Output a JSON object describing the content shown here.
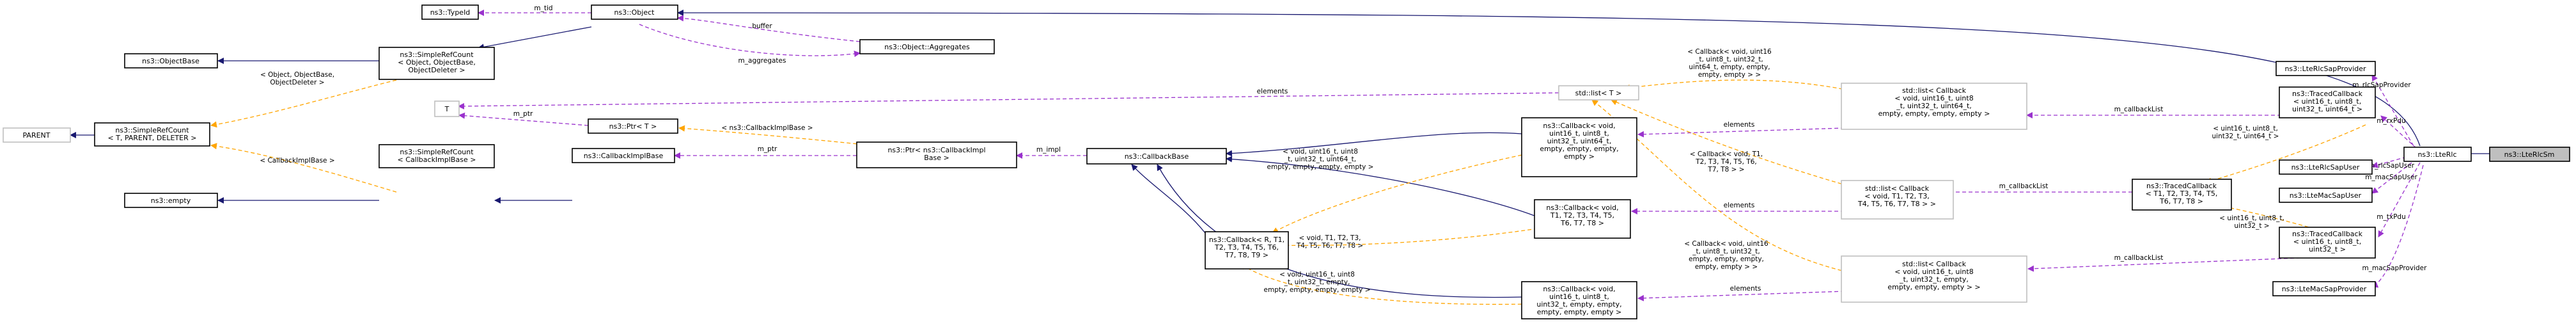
{
  "nodes": [
    {
      "id": "ltercsm",
      "text": [
        "ns3::LteRlcSm"
      ]
    },
    {
      "id": "lterlc",
      "text": [
        "ns3::LteRlc"
      ]
    },
    {
      "id": "lterlcsapprovider",
      "text": [
        "ns3::LteRlcSapProvider"
      ]
    },
    {
      "id": "traced_rx",
      "text": [
        "ns3::TracedCallback",
        "< uint16_t, uint8_t,",
        "uint32_t, uint64_t >"
      ]
    },
    {
      "id": "lterlcsapuser",
      "text": [
        "ns3::LteRlcSapUser"
      ]
    },
    {
      "id": "ltemacsapuser",
      "text": [
        "ns3::LteMacSapUser"
      ]
    },
    {
      "id": "traced_tx",
      "text": [
        "ns3::TracedCallback",
        "< uint16_t, uint8_t,",
        "uint32_t >"
      ]
    },
    {
      "id": "ltemacsapprovider",
      "text": [
        "ns3::LteMacSapProvider"
      ]
    },
    {
      "id": "traced_generic",
      "text": [
        "ns3::TracedCallback",
        "< T1, T2, T3, T4, T5,",
        "T6, T7, T8 >"
      ]
    },
    {
      "id": "list_rx",
      "text": [
        "std::list< Callback",
        "< void, uint16_t, uint8",
        "_t, uint32_t, uint64_t,",
        "empty, empty, empty, empty >"
      ]
    },
    {
      "id": "list_generic",
      "text": [
        "std::list< Callback",
        "< void, T1, T2, T3,",
        "T4, T5, T6, T7, T8 > >"
      ]
    },
    {
      "id": "list_tx",
      "text": [
        "std::list< Callback",
        "< void, uint16_t, uint8",
        "_t, uint32_t, empty,",
        "empty, empty, empty > >"
      ]
    },
    {
      "id": "stdlist",
      "text": [
        "std::list< T >"
      ]
    },
    {
      "id": "cb_rx",
      "text": [
        "ns3::Callback< void,",
        "uint16_t, uint8_t,",
        "uint32_t, uint64_t,",
        "empty, empty, empty,",
        "empty >"
      ]
    },
    {
      "id": "cb_generic",
      "text": [
        "ns3::Callback< void,",
        "T1, T2, T3, T4, T5,",
        "T6, T7, T8 >"
      ]
    },
    {
      "id": "cb_tx",
      "text": [
        "ns3::Callback< void,",
        "uint16_t, uint8_t,",
        "uint32_t, empty, empty,",
        "empty, empty, empty >"
      ]
    },
    {
      "id": "cb_r",
      "text": [
        "ns3::Callback< R, T1,",
        "T2, T3, T4, T5, T6,",
        "T7, T8, T9 >"
      ]
    },
    {
      "id": "cbbase",
      "text": [
        "ns3::CallbackBase"
      ]
    },
    {
      "id": "ptr_impl",
      "text": [
        "ns3::Ptr< ns3::CallbackImpl",
        "Base >"
      ]
    },
    {
      "id": "ptr_t",
      "text": [
        "ns3::Ptr< T >"
      ]
    },
    {
      "id": "cbimplbase",
      "text": [
        "ns3::CallbackImplBase"
      ]
    },
    {
      "id": "src_cbimpl",
      "text": [
        "ns3::SimpleRefCount",
        "< CallbackImplBase >"
      ]
    },
    {
      "id": "empty",
      "text": [
        "ns3::empty"
      ]
    },
    {
      "id": "src_generic",
      "text": [
        "ns3::SimpleRefCount",
        "< T, PARENT, DELETER >"
      ]
    },
    {
      "id": "parent",
      "text": [
        "PARENT"
      ]
    },
    {
      "id": "objectbase",
      "text": [
        "ns3::ObjectBase"
      ]
    },
    {
      "id": "src_object",
      "text": [
        "ns3::SimpleRefCount",
        "< Object, ObjectBase,",
        "ObjectDeleter >"
      ]
    },
    {
      "id": "typeid",
      "text": [
        "ns3::TypeId"
      ]
    },
    {
      "id": "object",
      "text": [
        "ns3::Object"
      ]
    },
    {
      "id": "aggregates",
      "text": [
        "ns3::Object::Aggregates"
      ]
    },
    {
      "id": "t",
      "text": [
        "T"
      ]
    }
  ],
  "edge_labels": [
    {
      "id": "lbl_rlcsapprovider",
      "text": [
        "m_rlcSapProvider"
      ]
    },
    {
      "id": "lbl_rxpdu",
      "text": [
        "m_rxPdu"
      ]
    },
    {
      "id": "lbl_rlcsapuser",
      "text": [
        "m_rlcSapUser"
      ]
    },
    {
      "id": "lbl_macsapuser",
      "text": [
        "m_macSapUser"
      ]
    },
    {
      "id": "lbl_txpdu",
      "text": [
        "m_txPdu"
      ]
    },
    {
      "id": "lbl_macsapprovider",
      "text": [
        "m_macSapProvider"
      ]
    },
    {
      "id": "lbl_cblist_rx",
      "text": [
        "m_callbackList"
      ]
    },
    {
      "id": "lbl_cblist_generic",
      "text": [
        "m_callbackList"
      ]
    },
    {
      "id": "lbl_cblist_tx",
      "text": [
        "m_callbackList"
      ]
    },
    {
      "id": "lbl_tpl_rx",
      "text": [
        "< uint16_t, uint8_t,",
        "uint32_t, uint64_t >"
      ]
    },
    {
      "id": "lbl_tpl_tx",
      "text": [
        "< uint16_t, uint8_t,",
        "uint32_t >"
      ]
    },
    {
      "id": "lbl_elements_rx",
      "text": [
        "elements"
      ]
    },
    {
      "id": "lbl_elements_generic",
      "text": [
        "elements"
      ]
    },
    {
      "id": "lbl_elements_tx",
      "text": [
        "elements"
      ]
    },
    {
      "id": "lbl_elements_t",
      "text": [
        "elements"
      ]
    },
    {
      "id": "lbl_tpl_list_rx",
      "text": [
        "< Callback< void, uint16",
        "_t, uint8_t, uint32_t,",
        "uint64_t, empty, empty,",
        "empty, empty > >"
      ]
    },
    {
      "id": "lbl_tpl_list_generic",
      "text": [
        "< Callback< void, T1,",
        "T2, T3, T4, T5, T6,",
        "T7, T8 > >"
      ]
    },
    {
      "id": "lbl_tpl_list_tx",
      "text": [
        "< Callback< void, uint16",
        "_t, uint8_t, uint32_t,",
        "empty, empty, empty,",
        "empty, empty > >"
      ]
    },
    {
      "id": "lbl_tpl_cb_rx",
      "text": [
        "< void, uint16_t, uint8",
        "_t, uint32_t, uint64_t,",
        "empty, empty, empty, empty >"
      ]
    },
    {
      "id": "lbl_tpl_cb_generic",
      "text": [
        "< void, T1, T2, T3,",
        "T4, T5, T6, T7, T8 >"
      ]
    },
    {
      "id": "lbl_tpl_cb_tx",
      "text": [
        "< void, uint16_t, uint8",
        "_t, uint32_t, empty,",
        "empty, empty, empty, empty >"
      ]
    },
    {
      "id": "lbl_impl",
      "text": [
        "m_impl"
      ]
    },
    {
      "id": "lbl_ptr",
      "text": [
        "m_ptr"
      ]
    },
    {
      "id": "lbl_tpl_ptr",
      "text": [
        "< ns3::CallbackImplBase >"
      ]
    },
    {
      "id": "lbl_ptr_t",
      "text": [
        "m_ptr"
      ]
    },
    {
      "id": "lbl_tpl_src_cbimpl",
      "text": [
        "< CallbackImplBase >"
      ]
    },
    {
      "id": "lbl_tpl_src_object",
      "text": [
        "< Object, ObjectBase,",
        "ObjectDeleter >"
      ]
    },
    {
      "id": "lbl_tid",
      "text": [
        "m_tid"
      ]
    },
    {
      "id": "lbl_buffer",
      "text": [
        "buffer"
      ]
    },
    {
      "id": "lbl_aggregates",
      "text": [
        "m_aggregates"
      ]
    }
  ]
}
